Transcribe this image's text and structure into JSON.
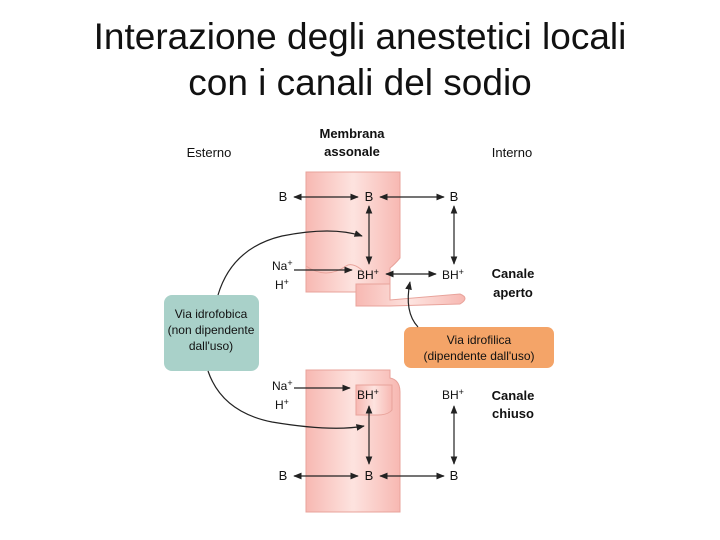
{
  "title": {
    "line1": "Interazione degli anestetici locali",
    "line2": "con i canali del sodio"
  },
  "labels": {
    "outside": "Esterno",
    "membrane_line1": "Membrana",
    "membrane_line2": "assonale",
    "inside": "Interno",
    "base": "B",
    "cation": "BH",
    "plus": "+",
    "sodium": "Na",
    "hydrogen": "H",
    "open_channel_line1": "Canale",
    "open_channel_line2": "aperto",
    "closed_channel_line1": "Canale",
    "closed_channel_line2": "chiuso",
    "hydrophobic_line1": "Via idrofobica",
    "hydrophobic_line2": "(non dipendente",
    "hydrophobic_line3": "dall'uso)",
    "hydrophilic_line1": "Via idrofilica",
    "hydrophilic_line2": "(dipendente dall'uso)"
  },
  "colors": {
    "membrane": "#f9c9c4",
    "membrane_edge": "#e8a39b",
    "hydrophobic_box": "#a9d1c9",
    "hydrophilic_box": "#f4a468",
    "arrow": "#222222"
  }
}
